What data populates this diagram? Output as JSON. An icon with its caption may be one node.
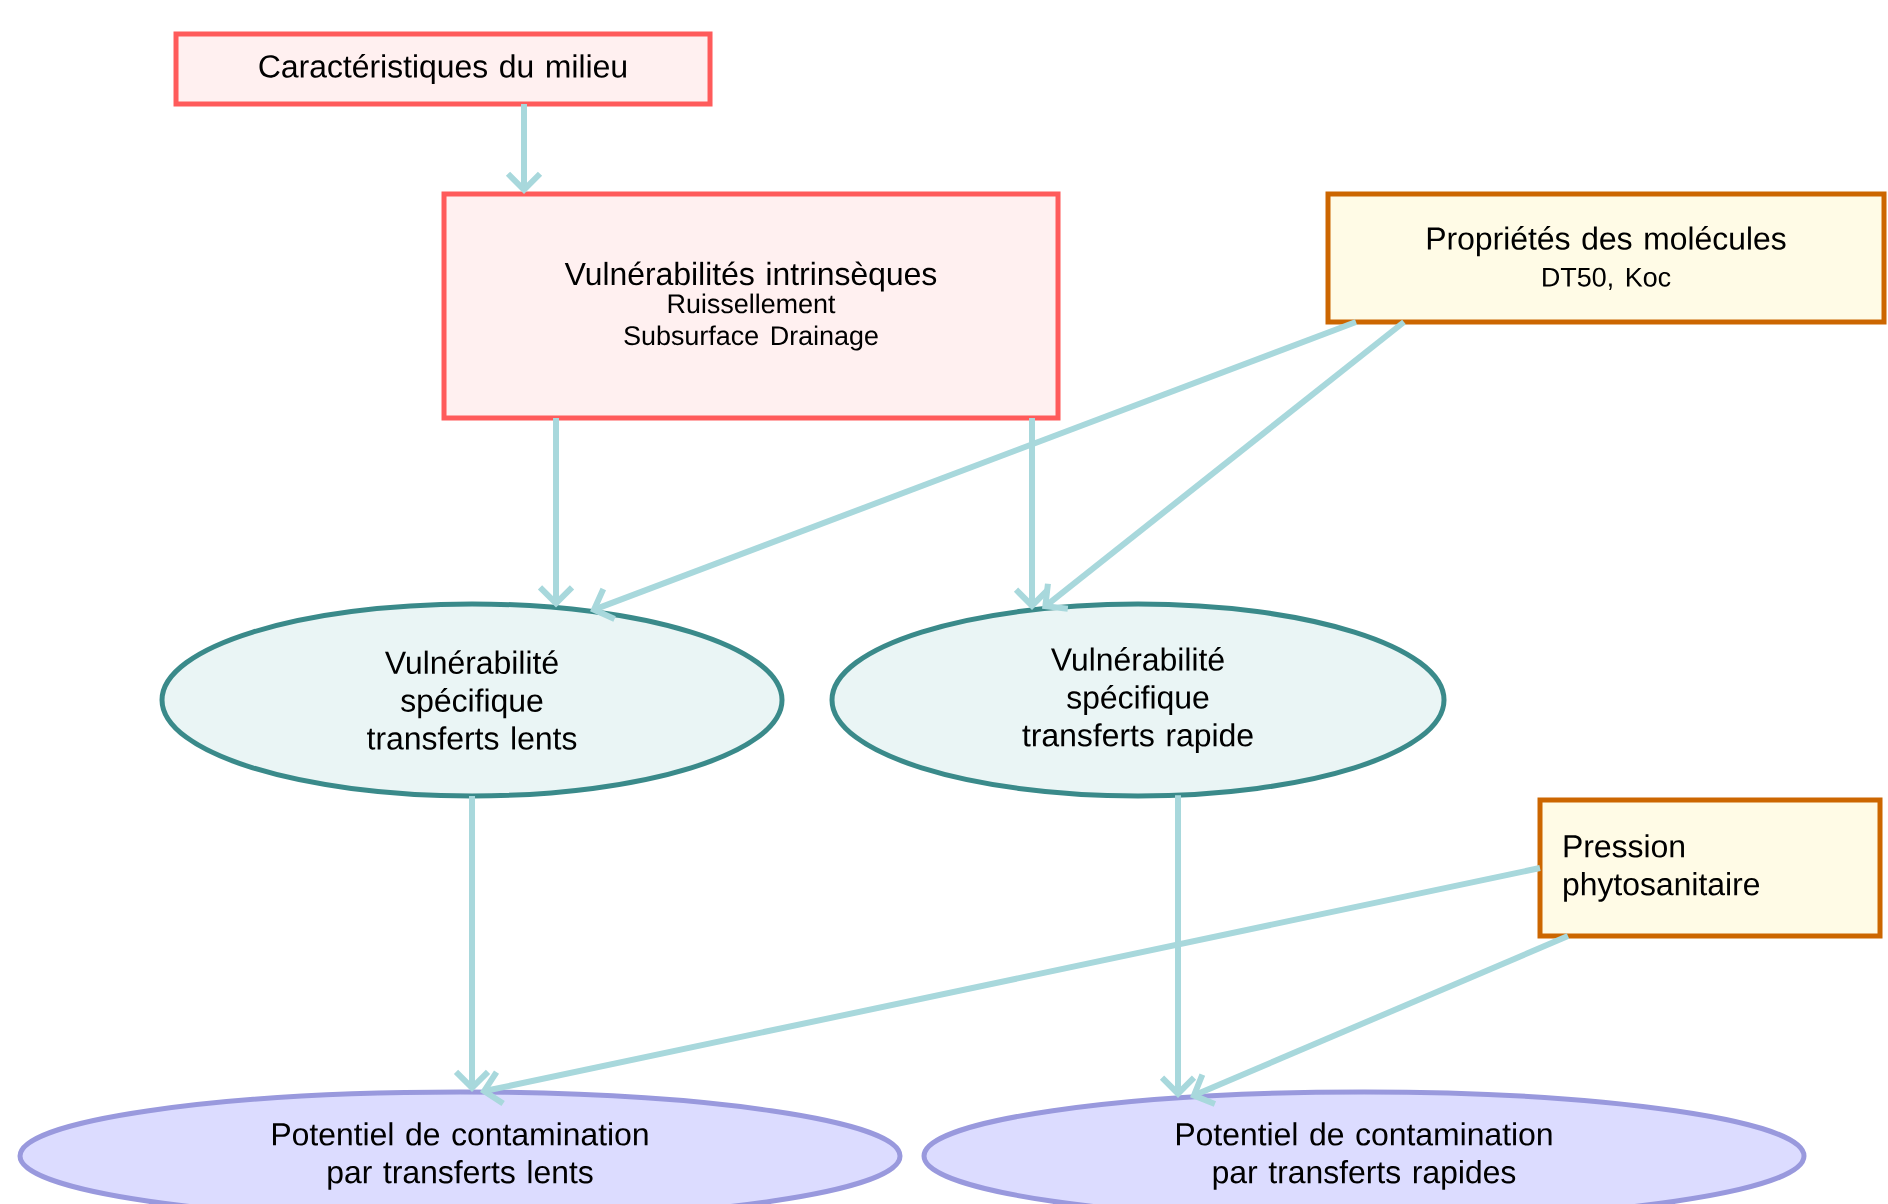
{
  "diagram": {
    "nodes": [
      {
        "text": [
          "Caractéristiques du milieu"
        ]
      },
      {
        "text": [
          "Vulnérabilités intrinsèques",
          "Ruissellement Subsurface Drainage"
        ]
      },
      {
        "text": [
          "Propriétés des molécules",
          "DT50, Koc"
        ]
      },
      {
        "text": [
          "Vulnérabilité spécifique transferts lents"
        ]
      },
      {
        "text": [
          "Vulnérabilité spécifique transferts rapide"
        ]
      },
      {
        "text": [
          "Pression phytosanitaire"
        ]
      },
      {
        "text": [
          "Potentiel de contamination par transferts lents"
        ]
      },
      {
        "text": [
          "Potentiel de contamination par transferts rapides"
        ]
      }
    ],
    "edges": [
      {
        "from": 0,
        "to": 1,
        "arrow": "to"
      },
      {
        "from": 1,
        "to": 3,
        "arrow": "to"
      },
      {
        "from": 1,
        "to": 4,
        "arrow": "to"
      },
      {
        "from": 2,
        "to": 3,
        "arrow": "to"
      },
      {
        "from": 2,
        "to": 4,
        "arrow": "to"
      },
      {
        "from": 3,
        "to": 6,
        "arrow": "to"
      },
      {
        "from": 4,
        "to": 7,
        "arrow": "to"
      },
      {
        "from": 5,
        "to": 6,
        "arrow": "to"
      },
      {
        "from": 5,
        "to": 7,
        "arrow": "to"
      }
    ]
  }
}
